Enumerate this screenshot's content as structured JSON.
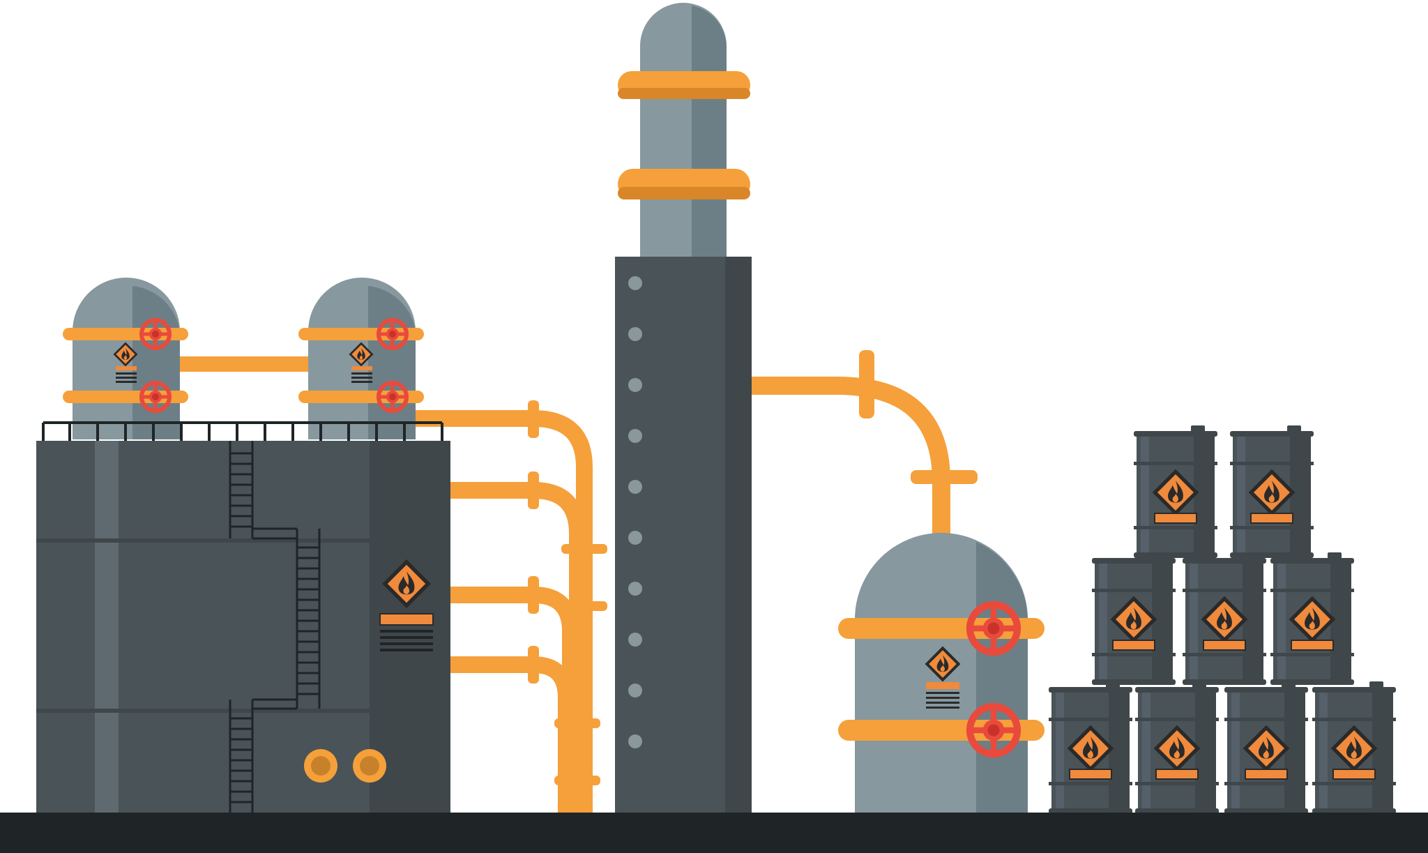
{
  "scene": {
    "description_name": "industrial-refinery-illustration",
    "colors": {
      "background": "#ffffff",
      "ground": "#1f2527",
      "tank_dark": "#4a5357",
      "tank_dark_shade": "#3f474b",
      "tank_light": "#87989f",
      "tank_light_shade": "#6d7f86",
      "pipe": "#f5a03a",
      "pipe_shade": "#d98628",
      "valve": "#e94a3c",
      "hazard": "#f08a3c",
      "hazard_outline": "#2a2a2a",
      "ladder": "#1f2527"
    },
    "icons": {
      "hazard_sign": "flammable-diamond-icon",
      "valve": "valve-wheel-icon",
      "barrel": "oil-barrel-icon"
    },
    "counts": {
      "barrels": 9,
      "column_rivets": 10,
      "red_valves": 6
    }
  }
}
